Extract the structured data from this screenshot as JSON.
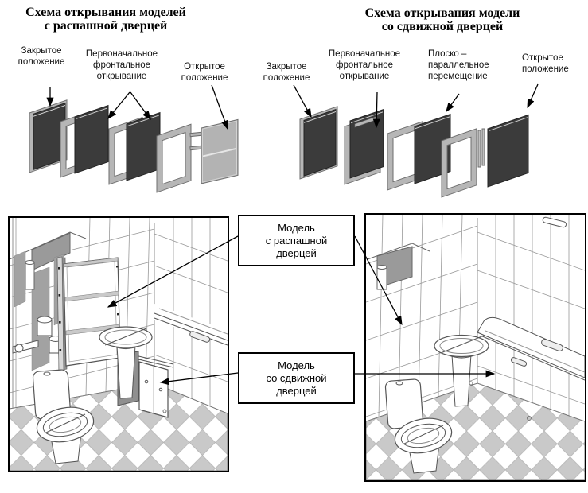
{
  "document": {
    "background": "#ffffff"
  },
  "top_left_diagram": {
    "title": "Схема открывания моделей\nс распашной дверцей",
    "labels": {
      "closed": "Закрытое\nположение",
      "initial_frontal": "Первоначальное\nфронтальное\nоткрывание",
      "open": "Открытое\nположение"
    }
  },
  "top_right_diagram": {
    "title": "Схема открывания модели\nсо сдвижной дверцей",
    "labels": {
      "closed": "Закрытое\nположение",
      "initial_frontal": "Первоначальное\nфронтальное\nоткрывание",
      "plane_parallel": "Плоско –\nпараллельное\nперемещение",
      "open": "Открытое\nположение"
    }
  },
  "callouts": {
    "hinged_model": "Модель\nс распашной\nдверцей",
    "sliding_model": "Модель\nсо сдвижной\nдверцей"
  },
  "colors": {
    "door_panel_dark": "#3b3b3b",
    "frame_gray": "#b6b6b6",
    "tile_line": "#999999",
    "floor_tile_gray": "#c9c9c9",
    "shade_gray": "#9a9a9a",
    "line_black": "#000000"
  }
}
